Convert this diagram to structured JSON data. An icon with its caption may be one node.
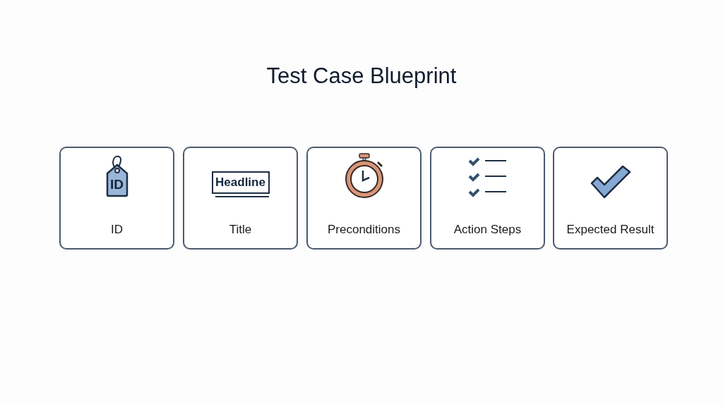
{
  "diagram": {
    "title": "Test Case Blueprint",
    "nodes": [
      {
        "text": [
          "ID",
          "ID"
        ]
      },
      {
        "text": [
          "Headline",
          "Title"
        ]
      },
      {
        "text": [
          "Preconditions"
        ]
      },
      {
        "text": [
          "Action Steps"
        ]
      },
      {
        "text": [
          "Expected Result"
        ]
      }
    ]
  }
}
